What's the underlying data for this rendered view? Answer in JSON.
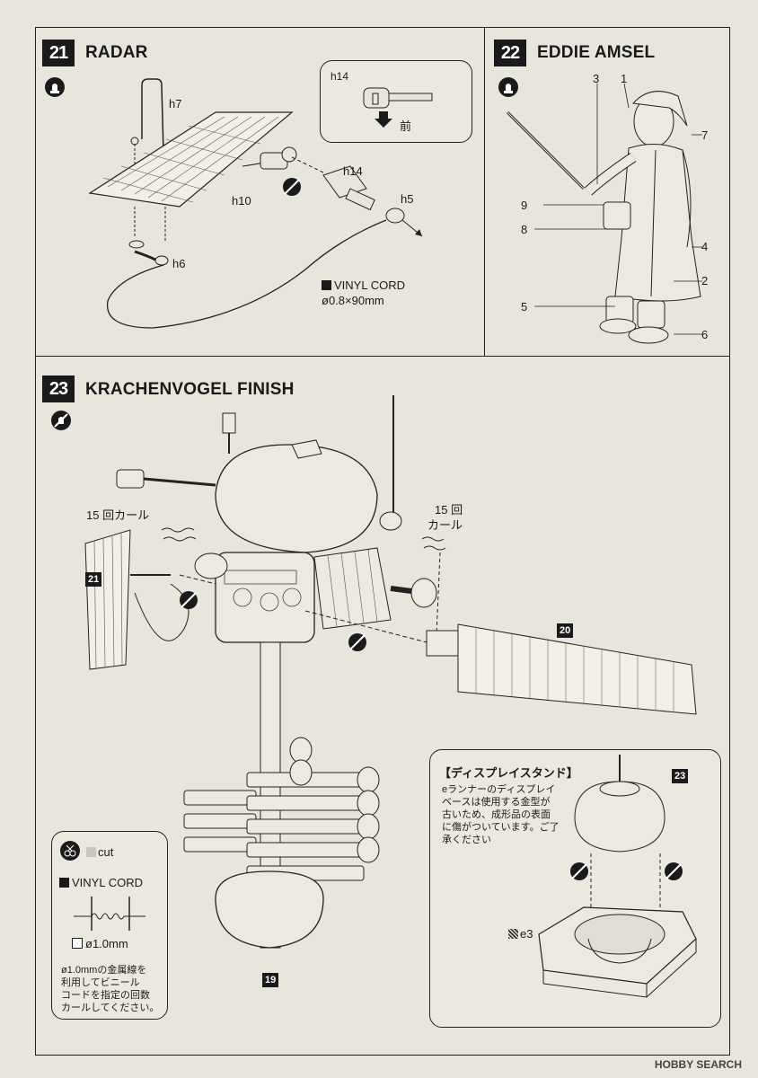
{
  "steps": [
    {
      "number": "21",
      "title": "RADAR"
    },
    {
      "number": "22",
      "title": "EDDIE AMSEL"
    },
    {
      "number": "23",
      "title": "KRACHENVOGEL FINISH"
    }
  ],
  "step21": {
    "parts": {
      "h7": "h7",
      "h10": "h10",
      "h6": "h6",
      "h14": "h14",
      "h5": "h5"
    },
    "inset": {
      "part": "h14",
      "direction": "前"
    },
    "vinyl_cord": {
      "label": "VINYL CORD",
      "size": "ø0.8×90mm"
    }
  },
  "step22": {
    "callouts": [
      "1",
      "2",
      "3",
      "4",
      "5",
      "6",
      "7",
      "8",
      "9"
    ]
  },
  "step23": {
    "curl_left": "15 回カール",
    "curl_right_line1": "15 回",
    "curl_right_line2": "カール",
    "ref_21": "21",
    "ref_20": "20",
    "ref_19": "19",
    "cut_box": {
      "cut": "cut",
      "vinyl_cord": "VINYL CORD",
      "wire": "ø1.0mm",
      "note": [
        "ø1.0mmの金属線を",
        "利用してビニール",
        "コードを指定の回数",
        "カールしてください。"
      ]
    },
    "display_stand": {
      "title": "【ディスプレイスタンド】",
      "note": [
        "eランナーのディスプレイ",
        "ベースは使用する金型が",
        "古いため、成形品の表面",
        "に傷がついています。ご了",
        "承ください"
      ],
      "ref_23": "23",
      "part": "e3"
    }
  },
  "watermark": "HOBBY SEARCH",
  "icons": [
    "glue-icon",
    "no-glue-icon"
  ],
  "colors": {
    "ink": "#1a1a1a",
    "paper": "#e8e6dc"
  }
}
